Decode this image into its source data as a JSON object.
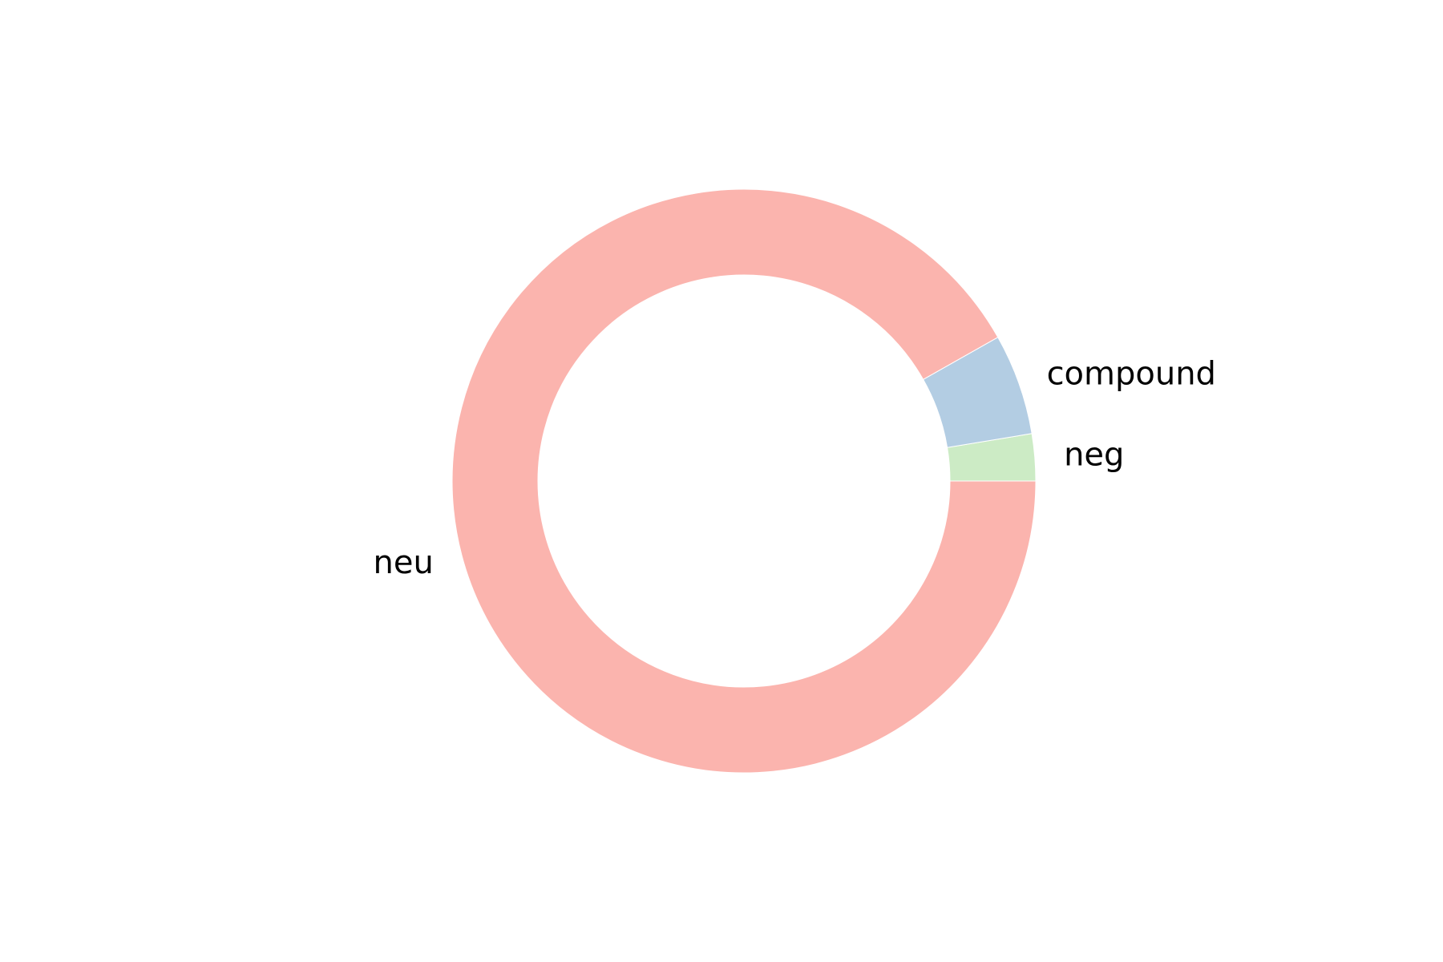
{
  "chart_data": {
    "type": "pie",
    "subtype": "donut",
    "title": "",
    "start_angle_deg": 0,
    "direction": "counterclockwise",
    "slices": [
      {
        "label": "neg",
        "value": 0.026,
        "color": "#ccebc5"
      },
      {
        "label": "compound",
        "value": 0.056,
        "color": "#b3cde3"
      },
      {
        "label": "neu",
        "value": 0.918,
        "color": "#fbb4ae"
      }
    ],
    "legend": "none"
  }
}
